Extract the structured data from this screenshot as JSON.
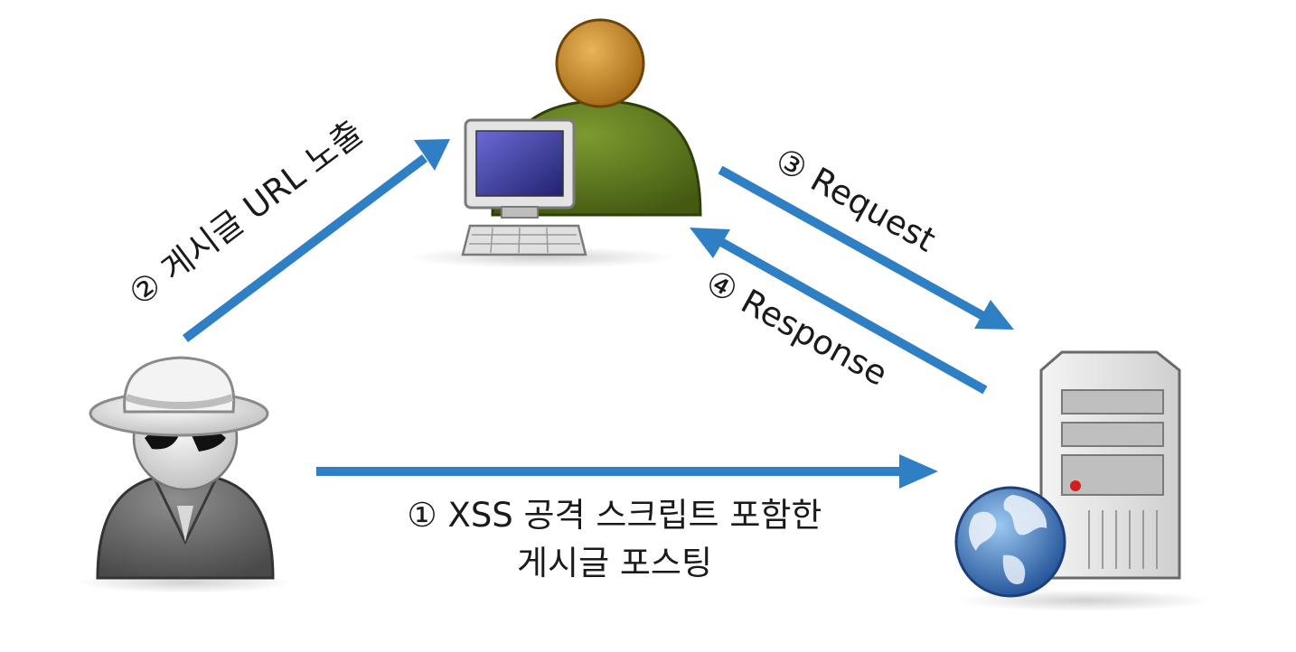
{
  "diagram": {
    "nodes": {
      "attacker": {
        "icon": "hacker-spy-icon"
      },
      "victim": {
        "icon": "user-at-computer-icon"
      },
      "server": {
        "icon": "web-server-icon"
      }
    },
    "steps": [
      {
        "id": 1,
        "label_line1": "① XSS 공격 스크립트 포함한",
        "label_line2": "게시글 포스팅",
        "from": "attacker",
        "to": "server"
      },
      {
        "id": 2,
        "label": "② 게시글 URL 노출",
        "from": "attacker",
        "to": "victim"
      },
      {
        "id": 3,
        "label": "③ Request",
        "from": "victim",
        "to": "server"
      },
      {
        "id": 4,
        "label": "④ Response",
        "from": "server",
        "to": "victim"
      }
    ],
    "colors": {
      "arrow": "#2f7fc4",
      "text": "#1a1a1a",
      "victim_head": "#c88a2a",
      "victim_body": "#5d7a1f",
      "attacker_body": "#6e6e6e",
      "attacker_hat": "#f2f2f2",
      "server_case": "#dcdcdc",
      "globe": "#2e6db4"
    }
  }
}
